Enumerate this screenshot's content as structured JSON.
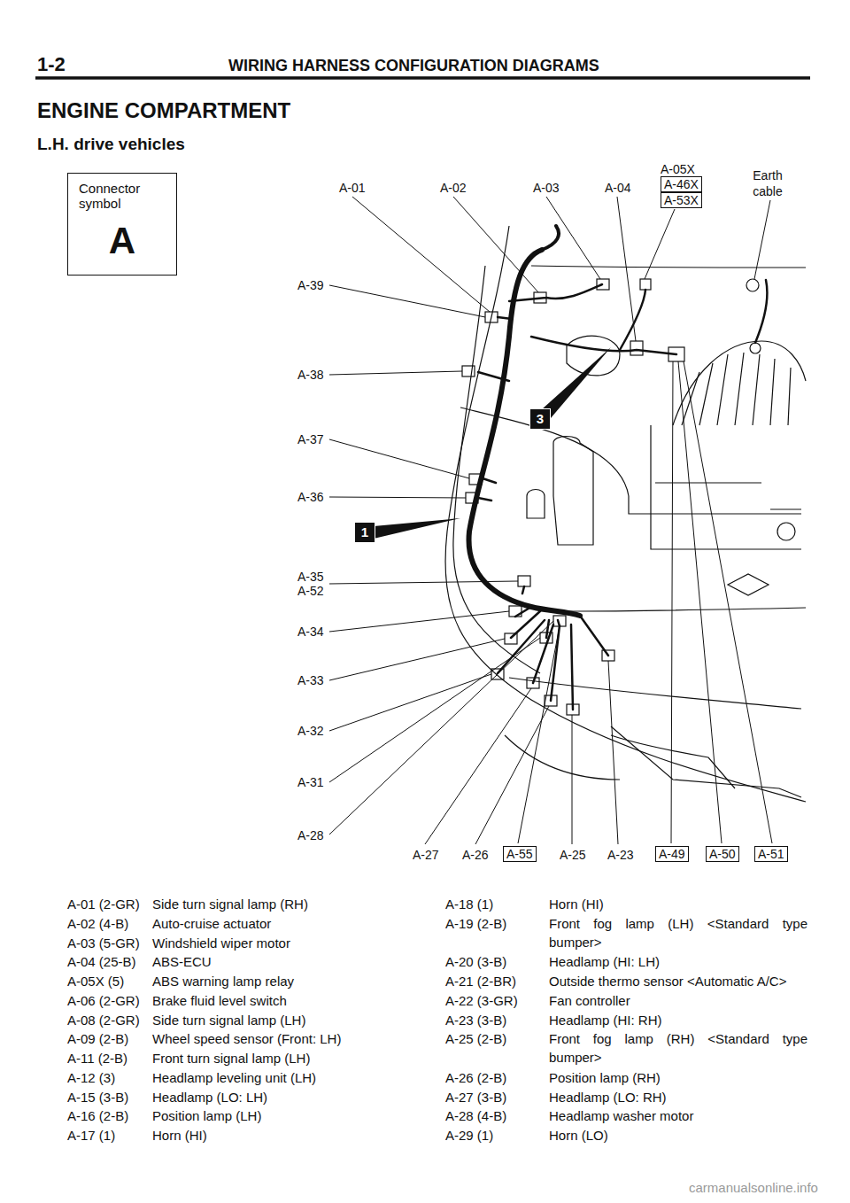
{
  "diagram": {
    "title": "ENGINE COMPARTMENT",
    "nodes": [
      {
        "text": [
          "Connector symbol",
          "A"
        ]
      },
      {
        "text": [
          "A-46X"
        ]
      },
      {
        "text": [
          "A-53X"
        ]
      },
      {
        "text": [
          "3"
        ]
      },
      {
        "text": [
          "1"
        ]
      },
      {
        "text": [
          "A-55"
        ]
      },
      {
        "text": [
          "A-49"
        ]
      },
      {
        "text": [
          "A-50"
        ]
      },
      {
        "text": [
          "A-51"
        ]
      }
    ],
    "edges": [],
    "labels": [
      "1-2",
      "WIRING HARNESS CONFIGURATION DIAGRAMS",
      "L.H. drive vehicles",
      "A-01",
      "A-02",
      "A-03",
      "A-04",
      "A-05X",
      "Earth cable",
      "A-39",
      "A-38",
      "A-37",
      "A-36",
      "A-35",
      "A-52",
      "A-34",
      "A-33",
      "A-32",
      "A-31",
      "A-28",
      "A-27",
      "A-26",
      "A-25",
      "A-23",
      "A-01 (2-GR)",
      "Side turn signal lamp (RH)",
      "A-02 (4-B)",
      "Auto-cruise actuator",
      "A-03 (5-GR)",
      "Windshield wiper motor",
      "A-04 (25-B)",
      "ABS-ECU",
      "A-05X (5)",
      "ABS warning lamp relay",
      "A-06 (2-GR)",
      "Brake fluid level switch",
      "A-08 (2-GR)",
      "Side turn signal lamp (LH)",
      "A-09 (2-B)",
      "Wheel speed sensor (Front: LH)",
      "A-11 (2-B)",
      "Front turn signal lamp (LH)",
      "A-12 (3)",
      "Headlamp leveling unit (LH)",
      "A-15 (3-B)",
      "Headlamp (LO: LH)",
      "A-16 (2-B)",
      "Position lamp (LH)",
      "A-17 (1)",
      "Horn (HI)",
      "A-18 (1)",
      "Horn (HI)",
      "A-19 (2-B)",
      "Front fog lamp (LH) <Standard type bumper>",
      "A-20 (3-B)",
      "Headlamp (HI: LH)",
      "A-21 (2-BR)",
      "Outside thermo sensor <Automatic A/C>",
      "A-22 (3-GR)",
      "Fan controller",
      "A-23 (3-B)",
      "Headlamp (HI: RH)",
      "A-25 (2-B)",
      "Front fog lamp (RH) <Standard type bumper>",
      "A-26 (2-B)",
      "Position lamp (RH)",
      "A-27 (3-B)",
      "Headlamp (LO: RH)",
      "A-28 (4-B)",
      "Headlamp washer motor",
      "A-29 (1)",
      "Horn (LO)",
      "carmanualsonline.info"
    ]
  }
}
